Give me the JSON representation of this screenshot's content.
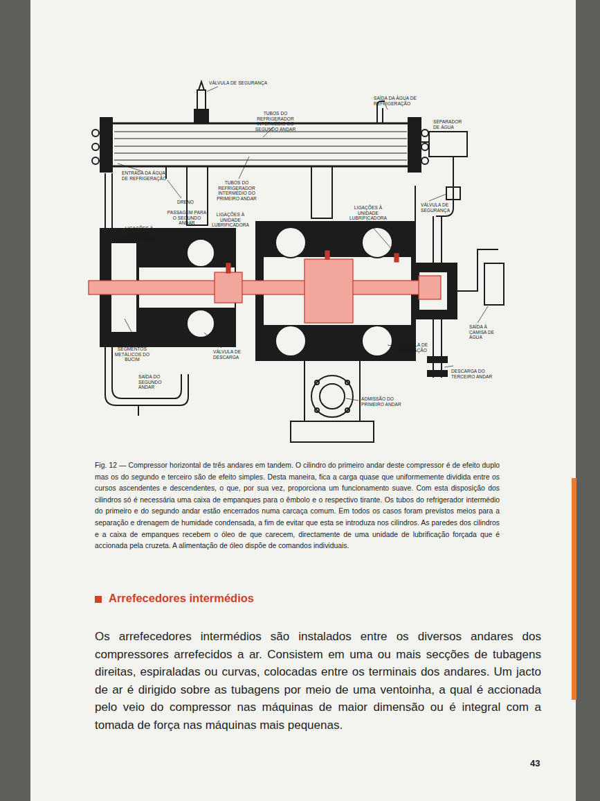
{
  "diagram": {
    "caption": "Fig. 12 — Compressor horizontal de três andares em tandem. O cilindro do primeiro andar deste compressor é de efeito duplo mas os do segundo e terceiro são de efeito simples. Desta maneira, fica a carga quase que uniformemente dividida entre os cursos ascendentes e descendentes, o que, por sua vez, proporciona um funcionamento suave. Com esta disposição dos cilindros só é necessária uma caixa de empanques para o êmbolo e o respectivo tirante. Os tubos do refrigerador intermédio do primeiro e do segundo andar estão encerrados numa carcaça comum. Em todos os casos foram previstos meios para a separação e drenagem de humidade condensada, a fim de evitar que esta se introduza nos cilindros. As paredes dos cilindros e a caixa de empanques recebem o óleo de que carecem, directamente de uma unidade de lubrificação forçada que é accionada pela cruzeta. A alimentação de óleo dispõe de comandos individuais.",
    "labels": [
      "VÁLVULA DE SEGURANÇA",
      "SAÍDA DA ÁGUA DE REFRIGERAÇÃO",
      "TUBOS DO REFRIGERADOR INTERMÉDIO DO SEGUNDO ANDAR",
      "SEPARADOR DE ÁGUA",
      "ENTRADA DA ÁGUA DE REFRIGERAÇÃO",
      "TUBOS DO REFRIGERADOR INTERMÉDIO DO PRIMEIRO ANDAR",
      "DRENO",
      "VÁLVULA DE SEGURANÇA",
      "PASSAGEM PARA O SEGUNDO ANDAR",
      "LIGAÇÕES À UNIDADE LUBRIFICADORA",
      "LIGAÇÕES À UNIDADE LUBRIFICADORA",
      "LIGAÇÕES À UNIDADE LUBRIFICADORA",
      "SEGMENTOS METÁLICOS DO BUCIM",
      "VÁLVULA DE DESCARGA",
      "VÁLVULA DE ASPIRAÇÃO",
      "SAÍDA À CAMISA DE ÁGUA",
      "SAÍDA DO SEGUNDO ANDAR",
      "DESCARGA DO TERCEIRO ANDAR",
      "ADMISSÃO DO PRIMEIRO ANDAR",
      "Arrefecedores intermédios",
      "Os arrefecedores intermédios são instalados entre os diversos andares dos compressores arrefecidos a ar. Consistem em uma ou mais secções de tubagens direitas, espiraladas ou curvas, colocadas entre os terminais dos andares. Um jacto de ar é dirigido sobre as tubagens por meio de uma ventoinha, a qual é accionada pelo veio do compressor nas máquinas de maior dimensão ou é integral com a tomada de força nas máquinas mais pequenas.",
      "43"
    ]
  }
}
